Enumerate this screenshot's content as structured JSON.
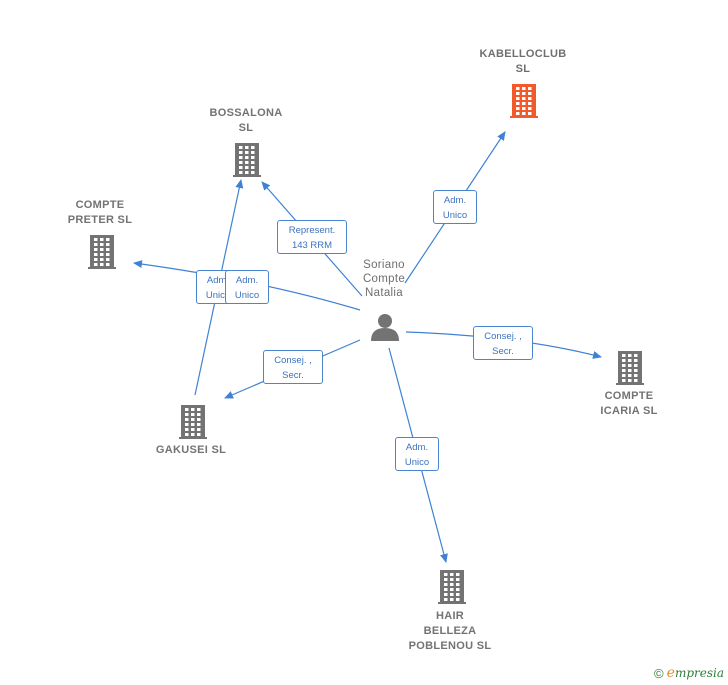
{
  "colors": {
    "edge": "#3f82d4",
    "building": "#737373",
    "building_highlight": "#f15a2b",
    "person": "#737373"
  },
  "nodes": [
    {
      "id": "kabelloclub",
      "label": "KABELLOCLUB\nSL",
      "icon": "building-icon",
      "highlight": true
    },
    {
      "id": "bossalona",
      "label": "BOSSALONA\nSL",
      "icon": "building-icon"
    },
    {
      "id": "compte-preter",
      "label": "COMPTE\nPRETER  SL",
      "icon": "building-icon"
    },
    {
      "id": "person",
      "label": "Soriano\nCompte\nNatalia",
      "icon": "person-icon"
    },
    {
      "id": "compte-icaria",
      "label": "COMPTE\nICARIA SL",
      "icon": "building-icon"
    },
    {
      "id": "gakusei",
      "label": "GAKUSEI SL",
      "icon": "building-icon"
    },
    {
      "id": "hair-belleza",
      "label": "HAIR\nBELLEZA\nPOBLENOU  SL",
      "icon": "building-icon"
    }
  ],
  "edges": [
    {
      "from": "person",
      "to": "kabelloclub",
      "label": "Adm.\nUnico"
    },
    {
      "from": "person",
      "to": "bossalona",
      "label": "Represent.\n143 RRM"
    },
    {
      "from": "person",
      "to": "compte-preter",
      "label": "Adm.\nUnico"
    },
    {
      "from": "gakusei",
      "to": "bossalona",
      "label": "Adm.\nUnico"
    },
    {
      "from": "person",
      "to": "gakusei",
      "label": "Consej. ,\nSecr."
    },
    {
      "from": "person",
      "to": "compte-icaria",
      "label": "Consej. ,\nSecr."
    },
    {
      "from": "person",
      "to": "hair-belleza",
      "label": "Adm.\nUnico"
    }
  ],
  "footer": {
    "copyright": "©",
    "brand_initial": "e",
    "brand_rest": "mpresia"
  }
}
